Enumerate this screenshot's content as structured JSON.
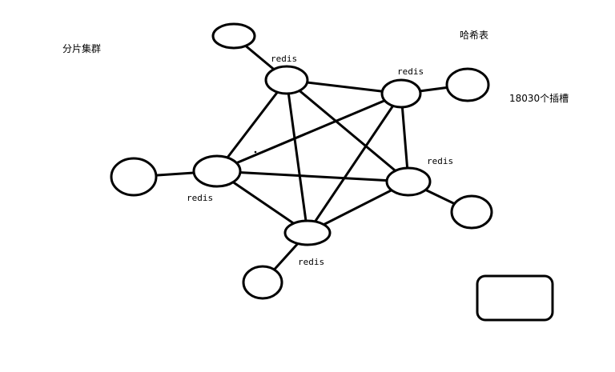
{
  "title": "分片集群",
  "hash_label": "哈希表",
  "slots_label": "18030个插槽",
  "node_label": "redis",
  "stroke_color": "#000000",
  "background": "#ffffff",
  "nodes": [
    {
      "id": "n1",
      "label": "redis"
    },
    {
      "id": "n2",
      "label": "redis"
    },
    {
      "id": "n3",
      "label": "redis"
    },
    {
      "id": "n4",
      "label": "redis"
    },
    {
      "id": "n5",
      "label": "redis"
    }
  ],
  "edges": [
    [
      "n1",
      "n2"
    ],
    [
      "n1",
      "n3"
    ],
    [
      "n1",
      "n4"
    ],
    [
      "n1",
      "n5"
    ],
    [
      "n2",
      "n3"
    ],
    [
      "n2",
      "n4"
    ],
    [
      "n2",
      "n5"
    ],
    [
      "n3",
      "n4"
    ],
    [
      "n3",
      "n5"
    ],
    [
      "n4",
      "n5"
    ]
  ],
  "replicas": [
    {
      "id": "r1",
      "attached_to": "n1"
    },
    {
      "id": "r2",
      "attached_to": "n2"
    },
    {
      "id": "r3",
      "attached_to": "n3"
    },
    {
      "id": "r4",
      "attached_to": "n4"
    },
    {
      "id": "r5",
      "attached_to": "n5"
    }
  ]
}
